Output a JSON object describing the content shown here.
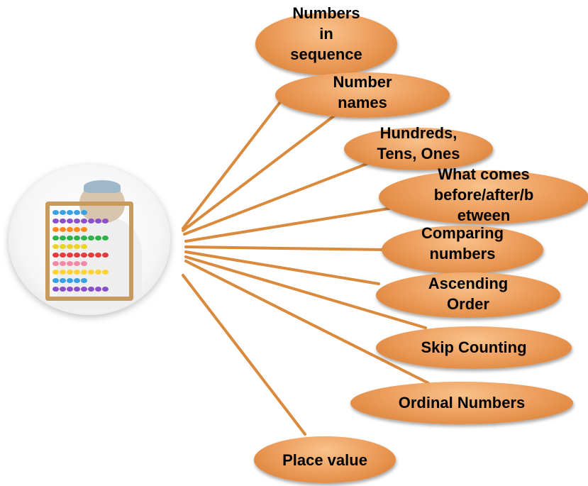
{
  "bubbles": [
    {
      "id": "numbers-in-sequence",
      "label": "Numbers\nin\nsequence"
    },
    {
      "id": "number-names",
      "label": "Number\nnames"
    },
    {
      "id": "hundreds-tens-ones",
      "label": "Hundreds,\nTens, Ones"
    },
    {
      "id": "what-comes",
      "label": "What comes\nbefore/after/b\netween"
    },
    {
      "id": "comparing-numbers",
      "label": "Comparing\nnumbers"
    },
    {
      "id": "ascending-order",
      "label": "Ascending\nOrder"
    },
    {
      "id": "skip-counting",
      "label": "Skip Counting"
    },
    {
      "id": "ordinal-numbers",
      "label": "Ordinal Numbers"
    },
    {
      "id": "place-value",
      "label": "Place value"
    }
  ],
  "image": {
    "subject": "child with abacus"
  },
  "colors": {
    "bubble": "#eea060",
    "connector": "#d98a3c"
  }
}
